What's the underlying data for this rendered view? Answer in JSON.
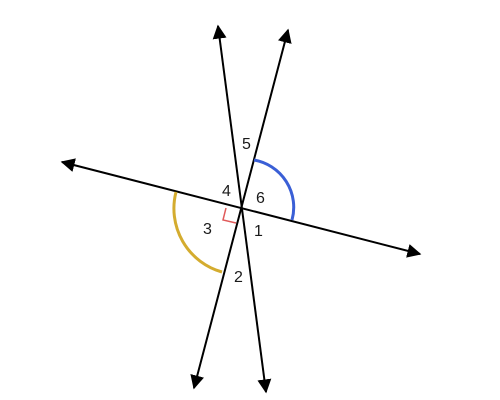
{
  "angle_labels": {
    "a1": "1",
    "a2": "2",
    "a3": "3",
    "a4": "4",
    "a5": "5",
    "a6": "6"
  },
  "colors": {
    "lines": "#000000",
    "arc_blue": "#3a5fd6",
    "arc_gold": "#d4ac2f",
    "right_angle": "#e05a5a"
  }
}
